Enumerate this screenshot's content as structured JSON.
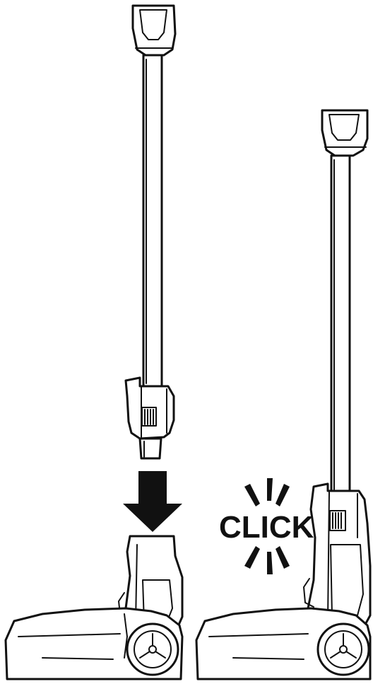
{
  "diagram": {
    "click_label": "CLICK",
    "line_color": "#111111",
    "background": "#ffffff",
    "steps": [
      {
        "action": "insert-wand-into-floor-head",
        "icon": "down-arrow-icon"
      },
      {
        "action": "wand-locked-into-floor-head",
        "icon": "click-burst-icon"
      }
    ]
  }
}
